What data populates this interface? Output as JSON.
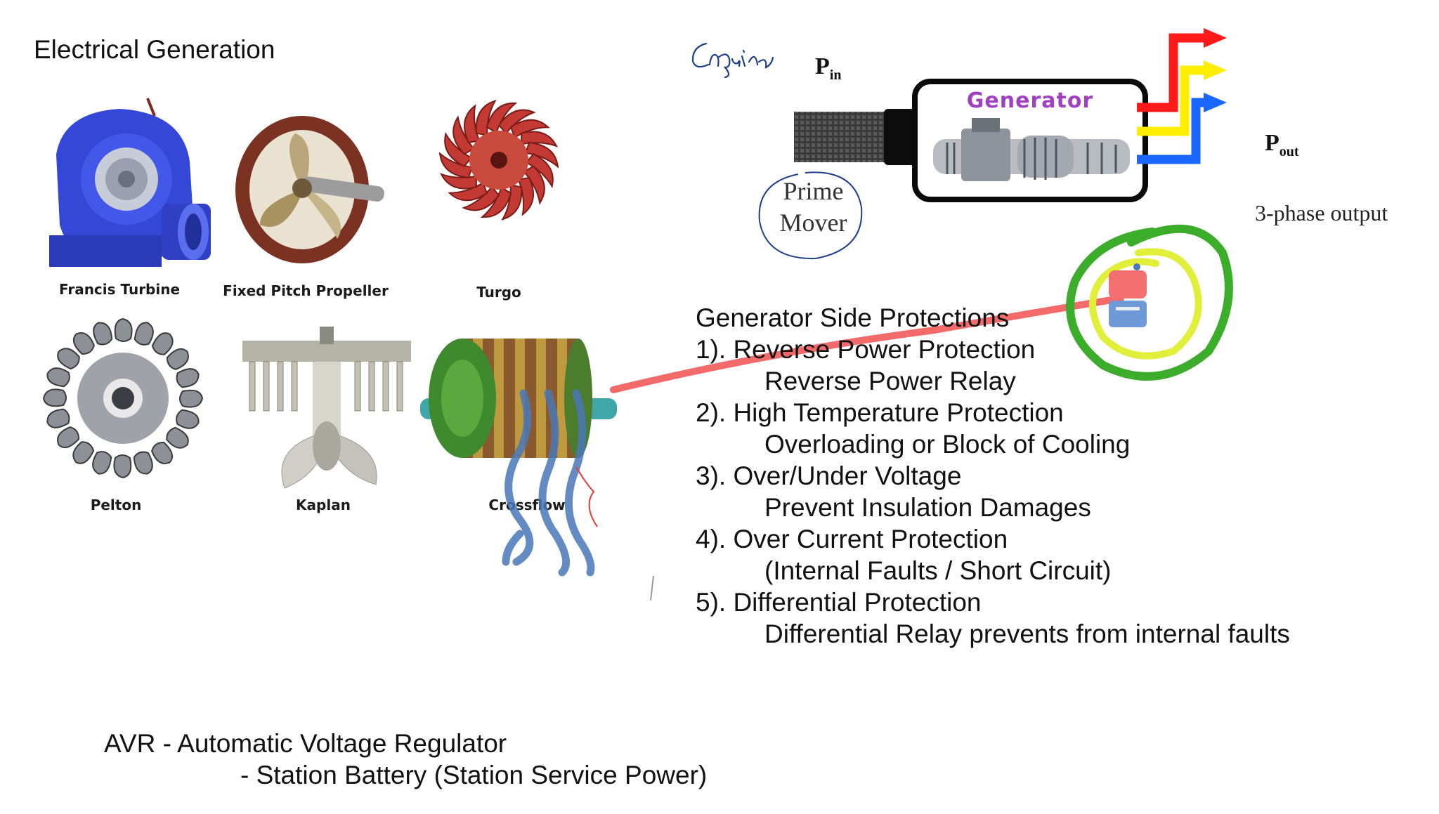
{
  "slide": {
    "title": "Electrical Generation"
  },
  "turbines": [
    {
      "label": "Francis Turbine",
      "color": "#3a4fd8"
    },
    {
      "label": "Fixed Pitch Propeller",
      "color": "#7a3020"
    },
    {
      "label": "Turgo",
      "color": "#c0332e"
    },
    {
      "label": "Pelton",
      "color": "#8a8c90"
    },
    {
      "label": "Kaplan",
      "color": "#b8b6a8"
    },
    {
      "label": "Crossflow",
      "color": "#3f8a2e"
    }
  ],
  "diagram": {
    "handwritten_note": "engine",
    "p_in": "P",
    "p_in_sub": "in",
    "generator_label": "Generator",
    "prime_mover_line1": "Prime",
    "prime_mover_line2": "Mover",
    "p_out": "P",
    "p_out_sub": "out",
    "output_label": "3-phase output",
    "phase_colors": [
      "#ff1a1a",
      "#ffee00",
      "#1a66ff"
    ],
    "generator_label_color": "#a040c0"
  },
  "protections": {
    "heading": "Generator Side Protections",
    "items": [
      {
        "title": "1). Reverse Power Protection",
        "detail": "Reverse Power Relay"
      },
      {
        "title": "2). High Temperature Protection",
        "detail": "Overloading or Block of Cooling"
      },
      {
        "title": "3). Over/Under Voltage",
        "detail": "Prevent Insulation Damages"
      },
      {
        "title": "4). Over Current Protection",
        "detail": "(Internal Faults / Short Circuit)"
      },
      {
        "title": "5). Differential Protection",
        "detail": "Differential Relay prevents from internal faults"
      }
    ]
  },
  "footer": {
    "line1": "AVR - Automatic Voltage Regulator",
    "line2": "- Station Battery (Station Service Power)"
  },
  "annotation_colors": {
    "red_pen": "#f05050",
    "blue_pen": "#4a78b8",
    "green_pen": "#3cad2a",
    "yellow_pen": "#e2ef3a",
    "ink": "#1c3f8a"
  }
}
